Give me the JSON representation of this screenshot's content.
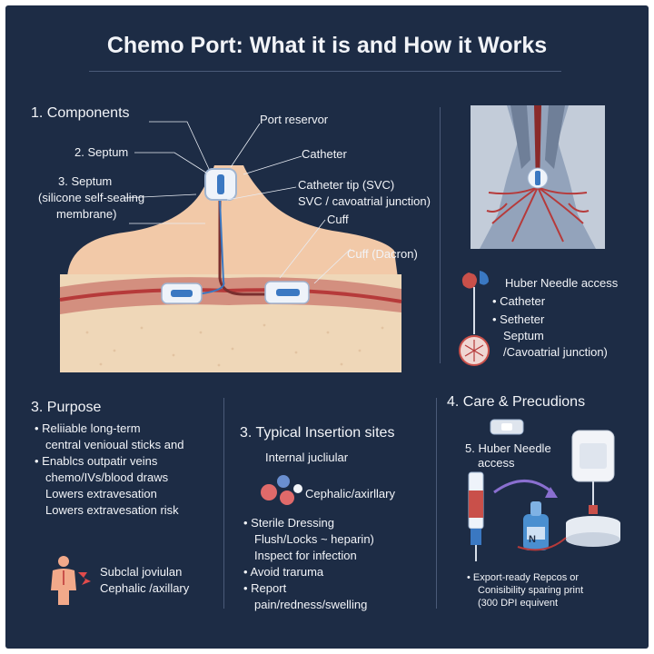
{
  "title": "Chemo Port: What it is and How it Works",
  "components": {
    "heading": "1. Components",
    "labels": {
      "septum_2": "2. Septum",
      "septum_3": "3. Septum",
      "septum_3_desc_1": "(silicone self-sealing",
      "septum_3_desc_2": "membrane)",
      "port_reservoir": "Port reservor",
      "catheter": "Catheter",
      "catheter_tip": "Catheter tip (SVC)",
      "svc_junction": "SVC / cavoatrial junction)",
      "cuff": "Cuff",
      "cuff_dacron": "Cuff (Dacron)"
    }
  },
  "huber": {
    "title": "Huber Needle access",
    "items": [
      "Catheter",
      "Setheter"
    ],
    "line_3": "Septum",
    "line_4": "/Cavoatrial junction)"
  },
  "purpose": {
    "heading": "3. Purpose",
    "b1_l1": "Reliiable long-term",
    "b1_l2": "central venioual sticks and",
    "b2_l1": "Enablcs outpatir veins",
    "b2_l2": "chemo/IVs/blood draws",
    "line_3": "Lowers extravesation",
    "line_4": "Lowers extravesation risk",
    "sites_l1": "Subclal joviulan",
    "sites_l2": "Cephalic /axillary"
  },
  "insertion": {
    "heading": "3. Typical Insertion sites",
    "site_1": "Internal jucliular",
    "site_2": "Cephalic/axirllary",
    "b1_l1": "Sterile Dressing",
    "b1_l2": "Flush/Locks ~ heparin)",
    "b1_l3": "Inspect for infection",
    "b2": "Avoid traruma",
    "b3_l1": "Report",
    "b3_l2": "pain/redness/swelling"
  },
  "care": {
    "heading": "4. Care & Precudions",
    "huber_l1": "5. Huber Needle",
    "huber_l2": "access",
    "note_l1": "Export-ready Repcos or",
    "note_l2": "Conisibility sparing print",
    "note_l3": "(300 DPI equivent",
    "bag_label": "N"
  },
  "colors": {
    "background": "#1d2c45",
    "skin": "#f2c9a8",
    "vessel": "#b63a3a",
    "port_blue": "#3a78c2"
  }
}
